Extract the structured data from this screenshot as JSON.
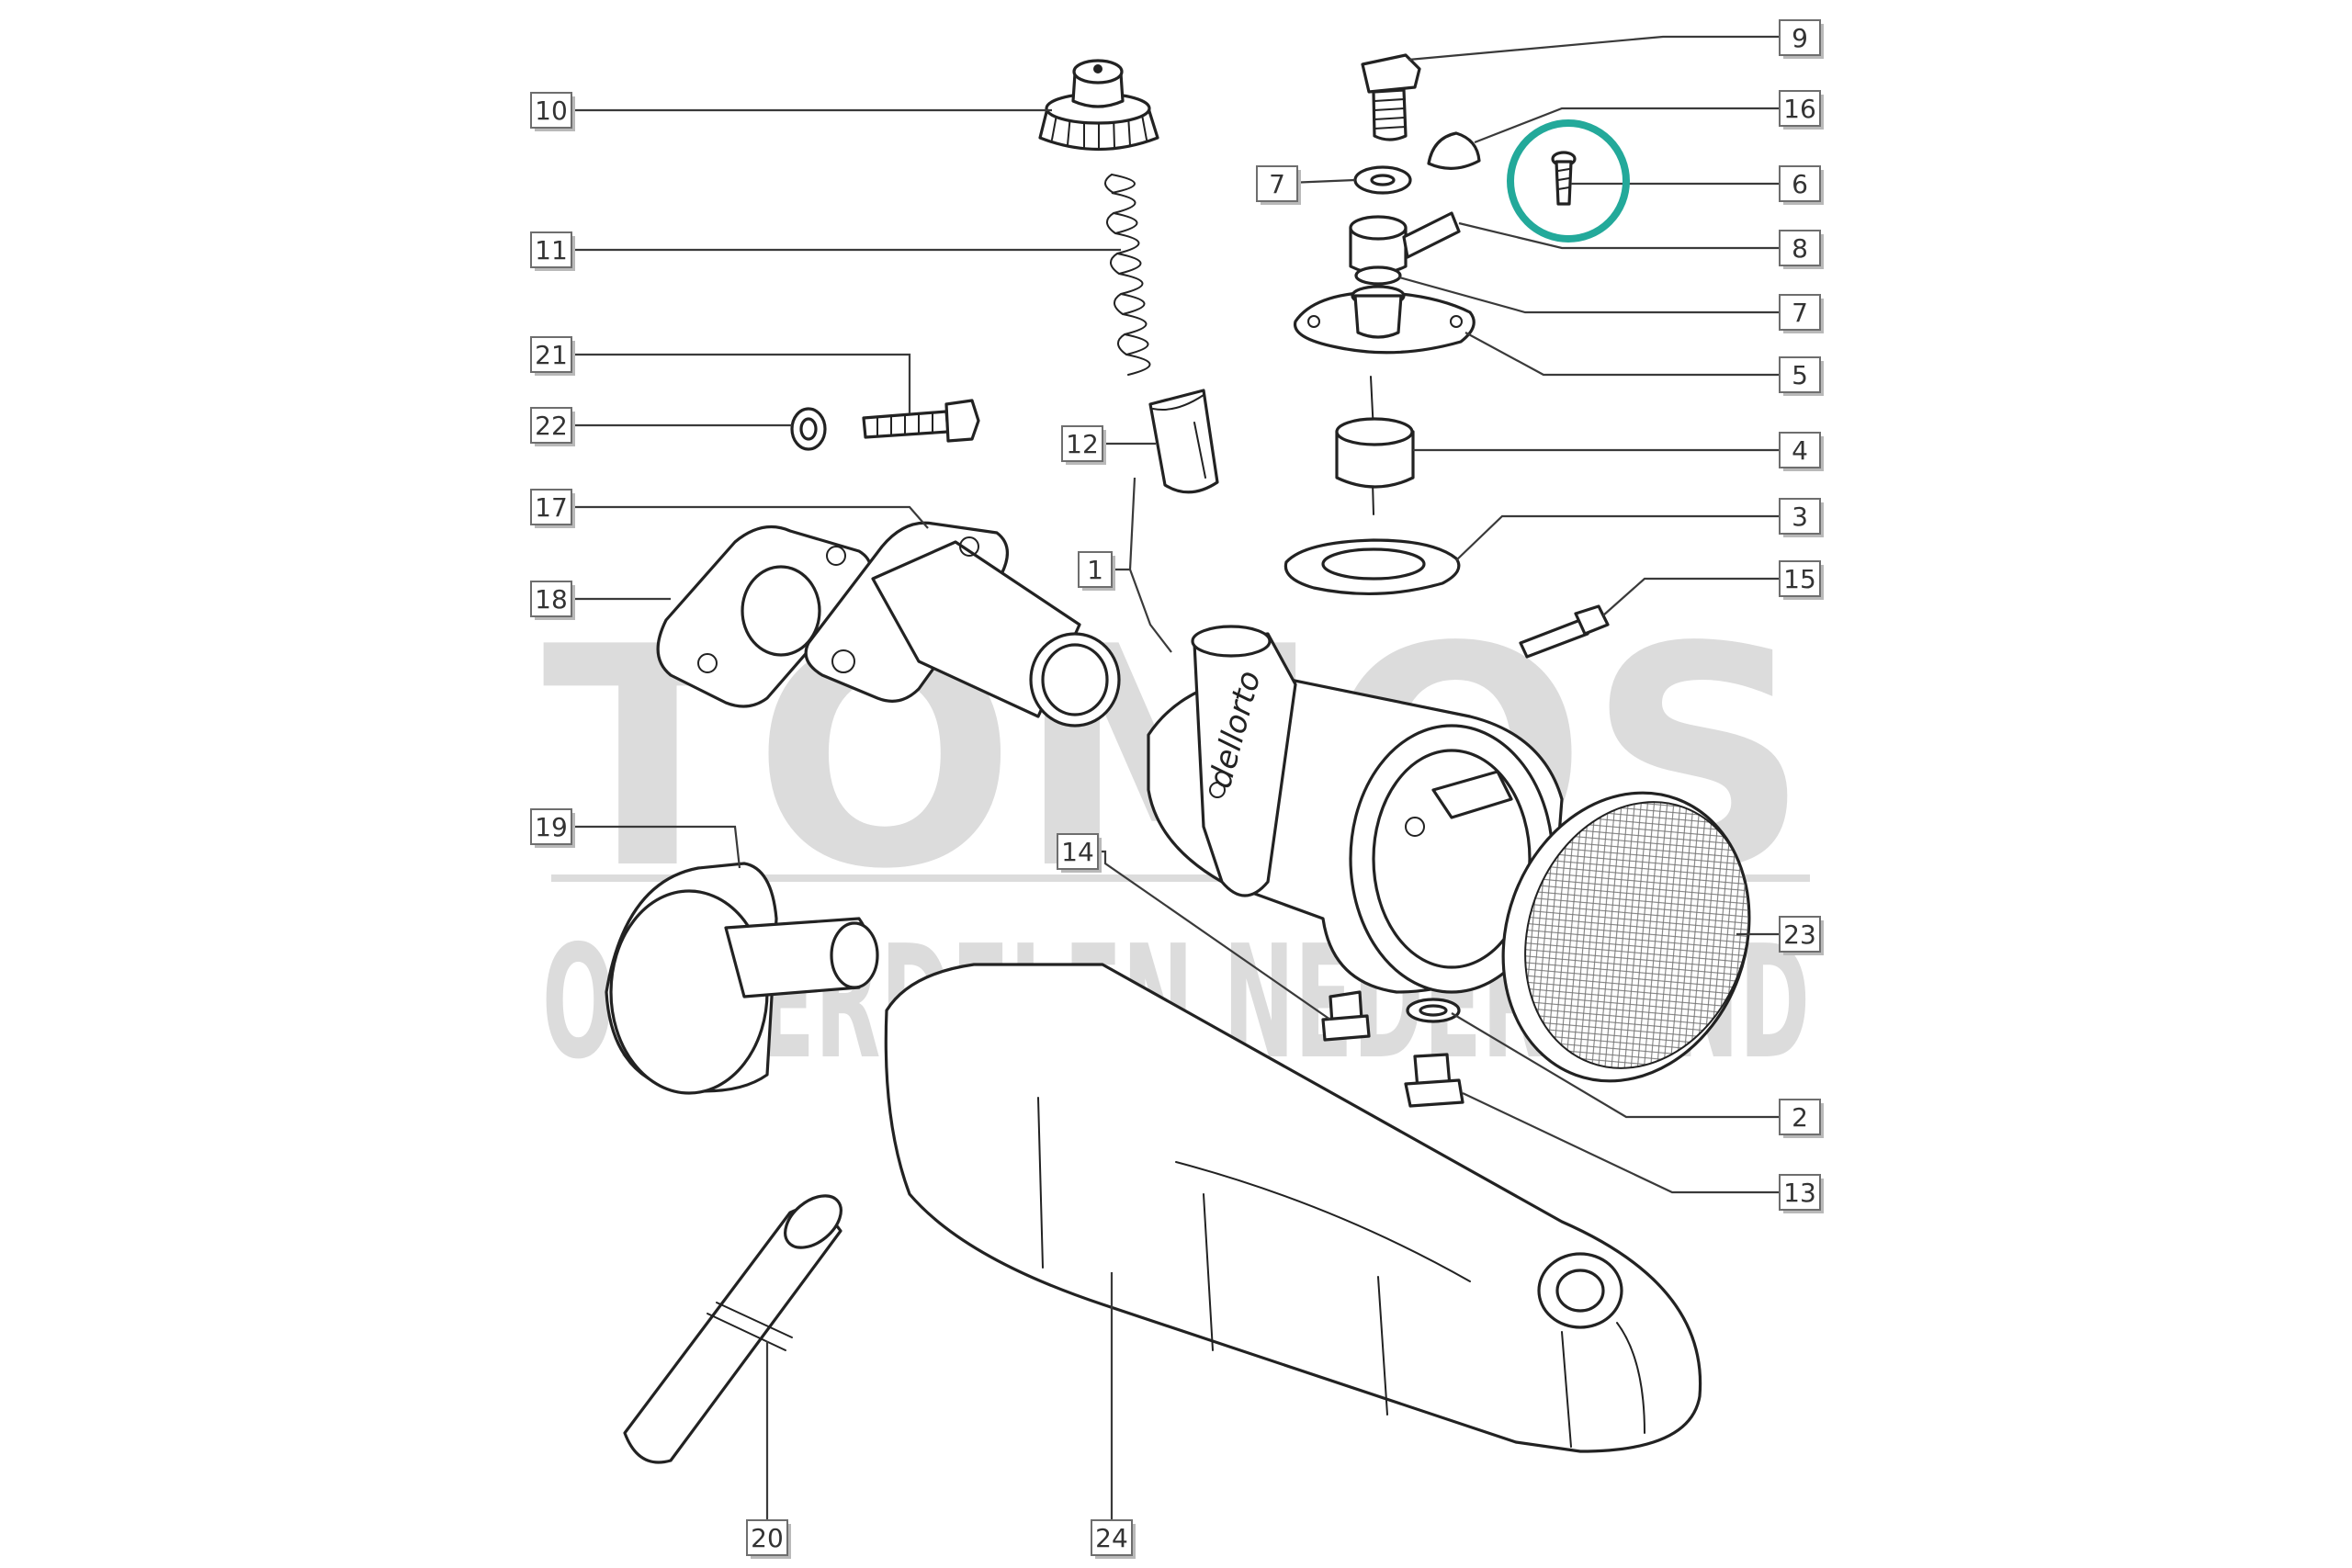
{
  "watermark": {
    "line1": "TOMOS",
    "line2": "ONDERDELEN NEDERLAND",
    "color": "#dcdcdc"
  },
  "highlight": {
    "target_label": "6",
    "color": "#23a99a"
  },
  "body_marking": "dellorto",
  "labels": {
    "l1": "1",
    "l2": "2",
    "l3": "3",
    "l4": "4",
    "l5": "5",
    "l6": "6",
    "l7a": "7",
    "l7b": "7",
    "l8": "8",
    "l9": "9",
    "l10": "10",
    "l11": "11",
    "l12": "12",
    "l13": "13",
    "l14": "14",
    "l15": "15",
    "l16": "16",
    "l17": "17",
    "l18": "18",
    "l19": "19",
    "l20": "20",
    "l21": "21",
    "l22": "22",
    "l23": "23",
    "l24": "24"
  }
}
